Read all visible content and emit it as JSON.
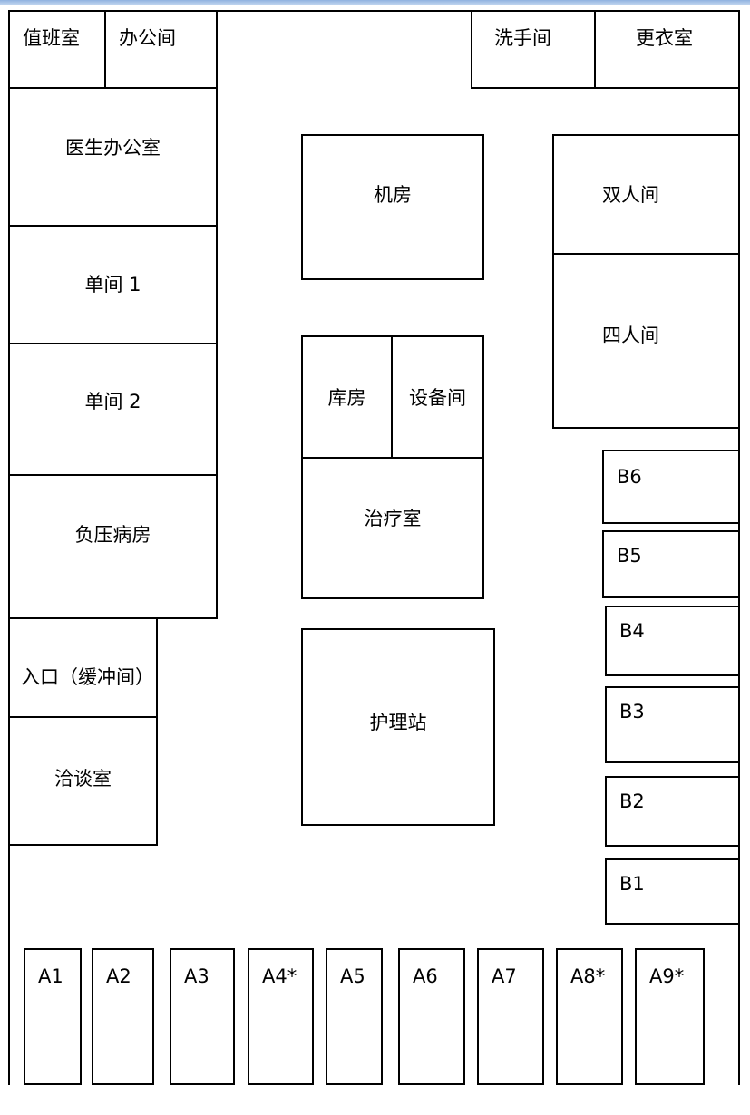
{
  "rooms": {
    "duty_room": "值班室",
    "office": "办公间",
    "washroom": "洗手间",
    "locker_room": "更衣室",
    "doctor_office": "医生办公室",
    "single_1": "单间 1",
    "single_2": "单间 2",
    "negative_pressure": "负压病房",
    "entrance": "入口（缓冲间）",
    "consult_room": "洽谈室",
    "machine_room": "机房",
    "storage": "库房",
    "equipment_room": "设备间",
    "treatment_room": "治疗室",
    "nurse_station": "护理站",
    "double_room": "双人间",
    "quad_room": "四人间"
  },
  "beds_b": [
    "B6",
    "B5",
    "B4",
    "B3",
    "B2",
    "B1"
  ],
  "beds_a": [
    "A1",
    "A2",
    "A3",
    "A4*",
    "A5",
    "A6",
    "A7",
    "A8*",
    "A9*"
  ]
}
